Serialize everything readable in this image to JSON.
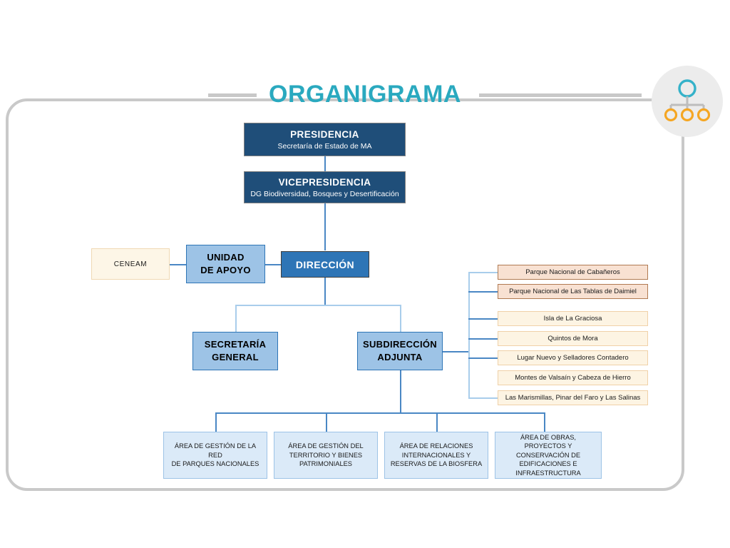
{
  "header": {
    "title": "ORGANIGRAMA",
    "logo_icon": "org-chart-icon"
  },
  "chart_data": {
    "type": "diagram",
    "title": "ORGANIGRAMA"
  },
  "nodes": {
    "presidencia": {
      "title": "PRESIDENCIA",
      "subtitle": "Secretaría de Estado de MA"
    },
    "vicepresidencia": {
      "title": "VICEPRESIDENCIA",
      "subtitle": "DG Biodiversidad, Bosques y Desertificación"
    },
    "direccion": {
      "title": "DIRECCIÓN"
    },
    "unidad_apoyo": {
      "line1": "UNIDAD",
      "line2": "DE APOYO"
    },
    "ceneam": {
      "title": "CENEAM"
    },
    "secretaria_general": {
      "line1": "SECRETARÍA",
      "line2": "GENERAL"
    },
    "subdireccion_adjunta": {
      "line1": "SUBDIRECCIÓN",
      "line2": "ADJUNTA"
    }
  },
  "areas": [
    {
      "lines": [
        "ÁREA DE GESTIÓN DE LA RED",
        "DE PARQUES NACIONALES"
      ]
    },
    {
      "lines": [
        "ÁREA DE GESTIÓN DEL",
        "TERRITORIO Y BIENES",
        "PATRIMONIALES"
      ]
    },
    {
      "lines": [
        "ÁREA DE RELACIONES",
        "INTERNACIONALES Y",
        "RESERVAS DE LA BIOSFERA"
      ]
    },
    {
      "lines": [
        "ÁREA DE OBRAS, PROYECTOS Y",
        "CONSERVACIÓN DE",
        "EDIFICACIONES E",
        "INFRAESTRUCTURA"
      ]
    }
  ],
  "parks": [
    {
      "label": "Parque Nacional de Cabañeros",
      "style": "salmon"
    },
    {
      "label": "Parque Nacional de Las Tablas de Daimiel",
      "style": "salmon"
    },
    {
      "label": "Isla de La Graciosa",
      "style": "cream"
    },
    {
      "label": "Quintos de Mora",
      "style": "cream"
    },
    {
      "label": "Lugar Nuevo y Selladores Contadero",
      "style": "cream"
    },
    {
      "label": "Montes de Valsaín y Cabeza de Hierro",
      "style": "cream"
    },
    {
      "label": "Las Marismillas, Pinar del Faro y Las Salinas",
      "style": "cream"
    }
  ],
  "colors": {
    "title": "#2aa9bf",
    "dark_node": "#1f4e79",
    "medium_node": "#2e75b6",
    "light_node": "#9dc3e6",
    "pale_node": "#dbeaf8",
    "cream_node": "#fdf4e3",
    "salmon_node": "#f8e1d2",
    "connector": "#4a87c4",
    "frame": "#c9c9c9",
    "logo_accent": "#2aa9bf",
    "logo_children": "#f5a623"
  }
}
